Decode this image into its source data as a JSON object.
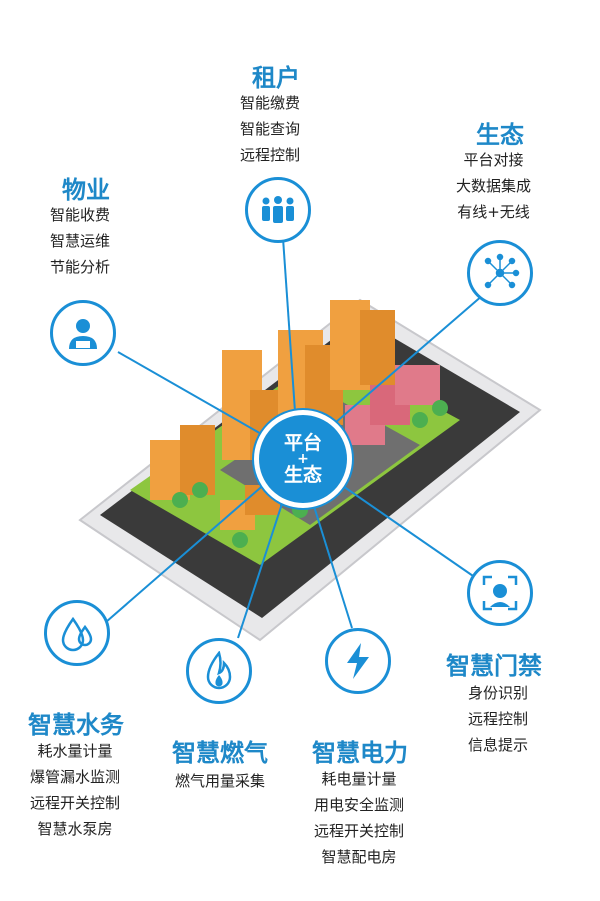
{
  "hub": {
    "line1": "平台",
    "plus": "+",
    "line2": "生态"
  },
  "nodes": {
    "tenant": {
      "title": "租户",
      "items": [
        "智能缴费",
        "智能查询",
        "远程控制"
      ],
      "icon": "people-group-icon"
    },
    "ecology": {
      "title": "生态",
      "items": [
        "平台对接",
        "大数据集成",
        "有线+无线"
      ],
      "icon": "network-icon"
    },
    "property": {
      "title": "物业",
      "items": [
        "智能收费",
        "智慧运维",
        "节能分析"
      ],
      "icon": "staff-user-icon"
    },
    "access": {
      "title": "智慧门禁",
      "items": [
        "身份识别",
        "远程控制",
        "信息提示"
      ],
      "icon": "face-recognition-icon"
    },
    "water": {
      "title": "智慧水务",
      "items": [
        "耗水量计量",
        "爆管漏水监测",
        "远程开关控制",
        "智慧水泵房"
      ],
      "icon": "water-drop-icon"
    },
    "gas": {
      "title": "智慧燃气",
      "items": [
        "燃气用量采集"
      ],
      "icon": "flame-icon"
    },
    "power": {
      "title": "智慧电力",
      "items": [
        "耗电量计量",
        "用电安全监测",
        "远程开关控制",
        "智慧配电房"
      ],
      "icon": "lightning-icon"
    }
  },
  "colors": {
    "accent": "#1a8fd6",
    "title": "#1e88c8",
    "building": "#f0a040",
    "building_pink": "#e07a8a",
    "grass": "#8dc63f"
  }
}
